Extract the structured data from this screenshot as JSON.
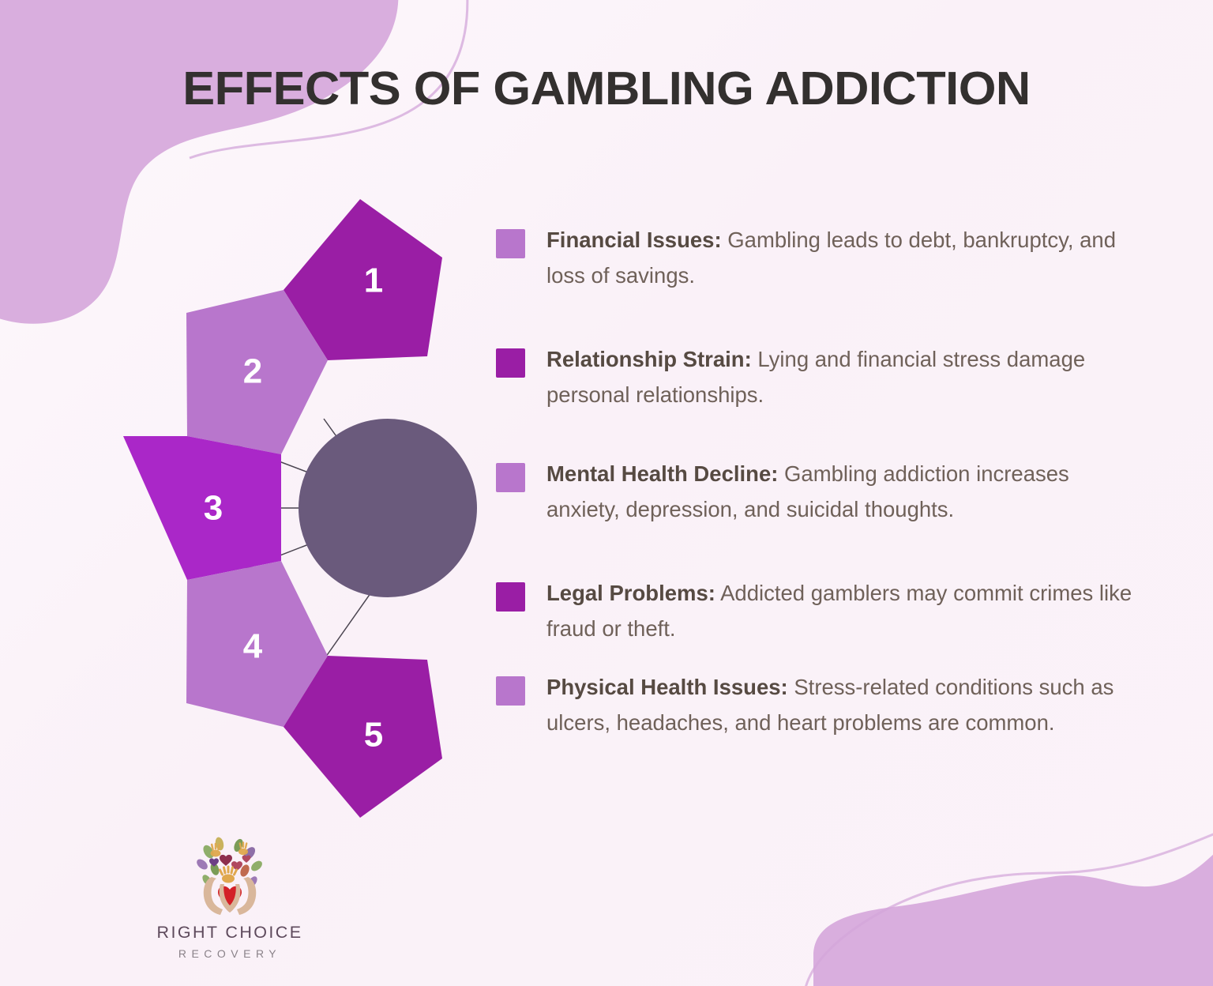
{
  "title": "EFFECTS OF GAMBLING ADDICTION",
  "colors": {
    "background": "#faf2fa",
    "title_text": "#33302f",
    "label_text": "#564a42",
    "body_text": "#6f6159",
    "pentagon_dark": "#9a1ea5",
    "pentagon_light": "#b876cc",
    "pentagon_bright": "#aa27c8",
    "center_circle": "#6a5a7c",
    "decor_blob": "#d9aede",
    "connector_line": "#4a4450"
  },
  "diagram": {
    "center_node": "",
    "steps": [
      {
        "number": "1",
        "color_key": "pentagon_dark"
      },
      {
        "number": "2",
        "color_key": "pentagon_light"
      },
      {
        "number": "3",
        "color_key": "pentagon_bright"
      },
      {
        "number": "4",
        "color_key": "pentagon_light"
      },
      {
        "number": "5",
        "color_key": "pentagon_dark"
      }
    ]
  },
  "effects": [
    {
      "bullet_color": "#b876cc",
      "label": "Financial Issues:",
      "body": " Gambling leads to debt, bankruptcy, and loss of savings."
    },
    {
      "bullet_color": "#9a1ea5",
      "label": "Relationship Strain:",
      "body": " Lying and financial stress damage personal relationships."
    },
    {
      "bullet_color": "#b876cc",
      "label": "Mental Health Decline:",
      "body": " Gambling addiction increases anxiety, depression, and suicidal thoughts."
    },
    {
      "bullet_color": "#9a1ea5",
      "label": "Legal Problems:",
      "body": " Addicted gamblers may commit crimes like fraud or theft."
    },
    {
      "bullet_color": "#b876cc",
      "label": "Physical Health Issues:",
      "body": " Stress-related conditions such as ulcers, headaches, and heart problems are common."
    }
  ],
  "logo": {
    "name": "RIGHT CHOICE",
    "sub": "RECOVERY"
  }
}
